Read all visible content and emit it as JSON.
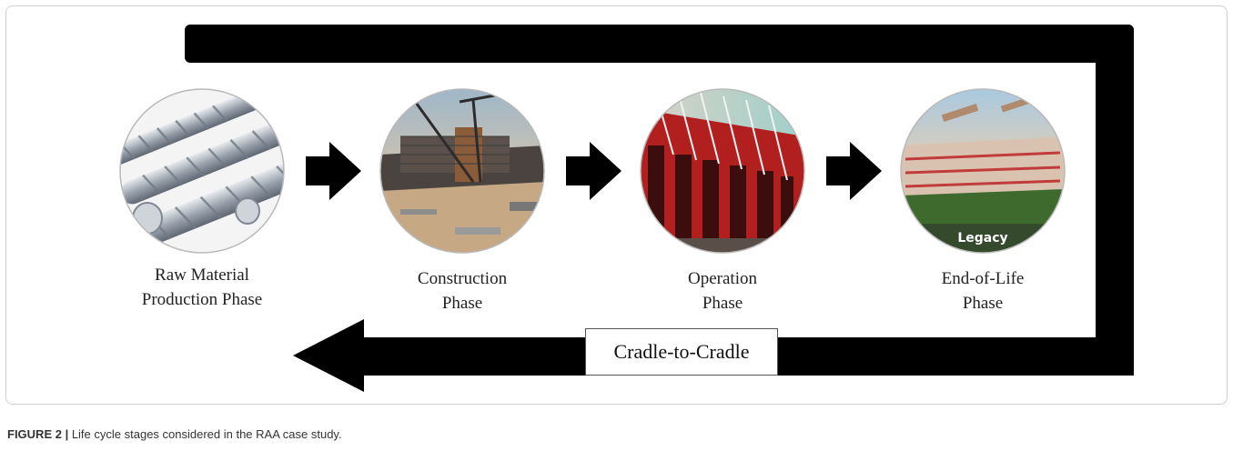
{
  "phases": [
    {
      "label": "Raw Material\nProduction Phase"
    },
    {
      "label": "Construction\nPhase"
    },
    {
      "label": "Operation\nPhase"
    },
    {
      "label": "End-of-Life\nPhase"
    }
  ],
  "legacy_text": "Legacy",
  "loop_label": "Cradle-to-Cradle",
  "caption": {
    "figure": "FIGURE 2 |",
    "text": " Life cycle stages considered in the RAA case study."
  },
  "colors": {
    "loop": "#000000",
    "caption_figure": "#333333"
  }
}
